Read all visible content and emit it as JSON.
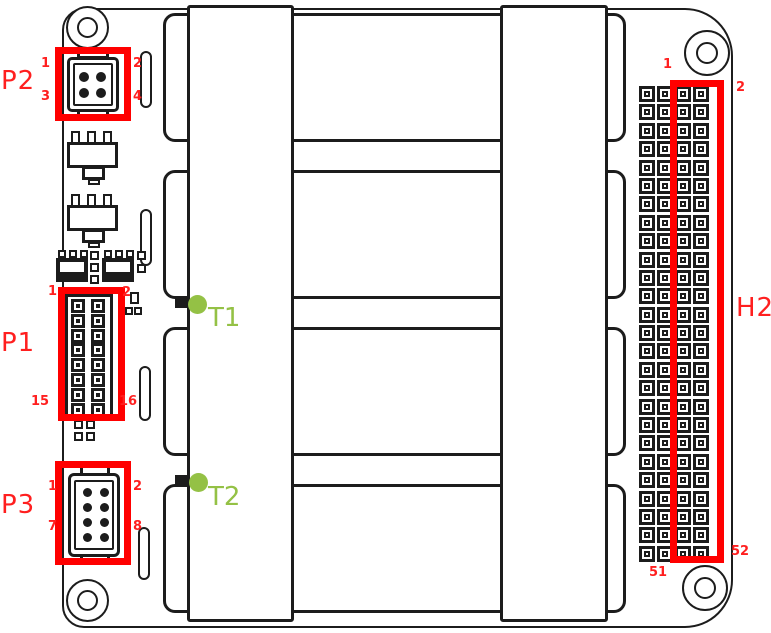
{
  "figure": {
    "type": "pcb-connector-location-diagram",
    "background": "#ffffff"
  },
  "colors": {
    "highlight_red": "#ff0000",
    "label_red": "#ff1f1f",
    "testpoint_green": "#94c145",
    "outline_black": "#1c1c1c"
  },
  "connectors": {
    "p2": {
      "label": "P2",
      "rows": 2,
      "cols": 2,
      "total_pins": 4,
      "pin_labels": {
        "top_left": "1",
        "top_right": "2",
        "bottom_left": "3",
        "bottom_right": "4"
      }
    },
    "p1": {
      "label": "P1",
      "rows": 8,
      "cols": 2,
      "total_pins": 16,
      "pin_labels": {
        "top_left": "1",
        "top_right": "2",
        "bottom_left": "15",
        "bottom_right": "16"
      }
    },
    "p3": {
      "label": "P3",
      "rows": 4,
      "cols": 2,
      "total_pins": 8,
      "pin_labels": {
        "top_left": "1",
        "top_right": "2",
        "bottom_left": "7",
        "bottom_right": "8"
      }
    },
    "h2": {
      "label": "H2",
      "rows": 26,
      "cols": 4,
      "total_sockets": 104,
      "pin_labels": {
        "top_left": "1",
        "top_right": "2",
        "bottom_left": "51",
        "bottom_right": "52"
      }
    }
  },
  "test_points": {
    "t1": {
      "label": "T1"
    },
    "t2": {
      "label": "T2"
    }
  },
  "board": {
    "cell_count": 4,
    "mounting_holes": 4
  }
}
